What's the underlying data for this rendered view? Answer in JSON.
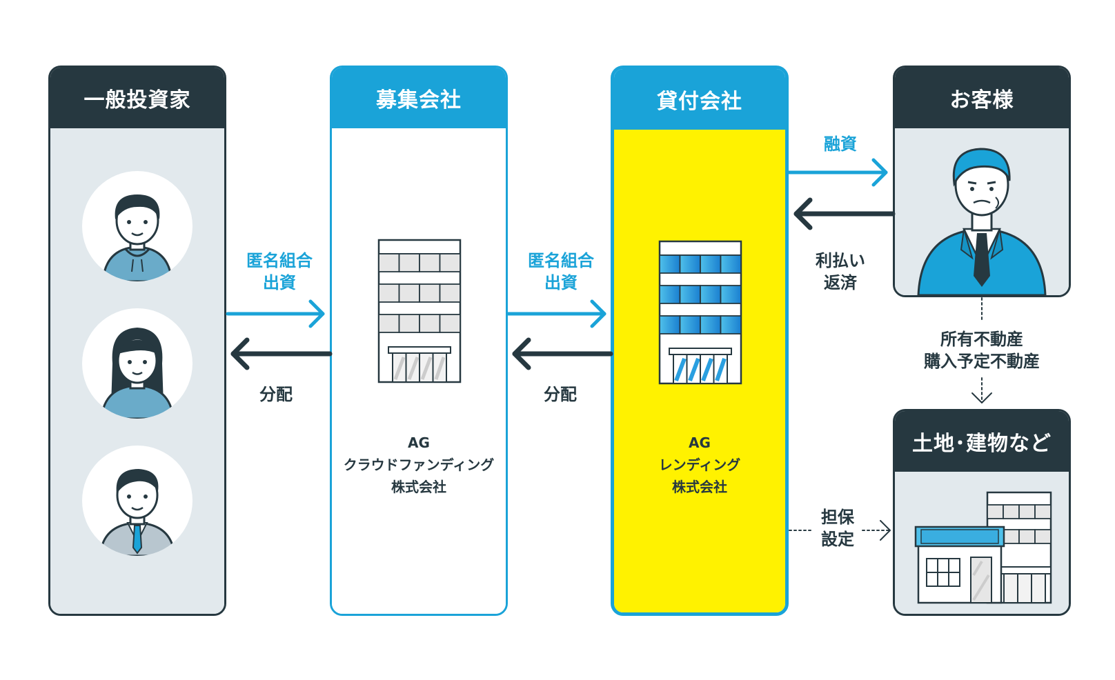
{
  "columns": {
    "investor": {
      "title": "一般投資家"
    },
    "recruiter": {
      "title": "募集会社",
      "company": [
        "AG",
        "クラウドファンディング",
        "株式会社"
      ]
    },
    "lender": {
      "title": "貸付会社",
      "company": [
        "AG",
        "レンディング",
        "株式会社"
      ]
    },
    "customer": {
      "title": "お客様"
    },
    "collateral": {
      "title": "土地･建物など"
    }
  },
  "flows": {
    "investment_1": [
      "匿名組合",
      "出資"
    ],
    "distribution_1": "分配",
    "investment_2": [
      "匿名組合",
      "出資"
    ],
    "distribution_2": "分配",
    "loan": "融資",
    "repayment": [
      "利払い",
      "返済"
    ],
    "property": [
      "所有不動産",
      "購入予定不動産"
    ],
    "security": [
      "担保",
      "設定"
    ]
  },
  "colors": {
    "dark": "#263840",
    "blue": "#1aa3d8",
    "yellow": "#fff200",
    "panel_gray": "#e2e9ed"
  }
}
